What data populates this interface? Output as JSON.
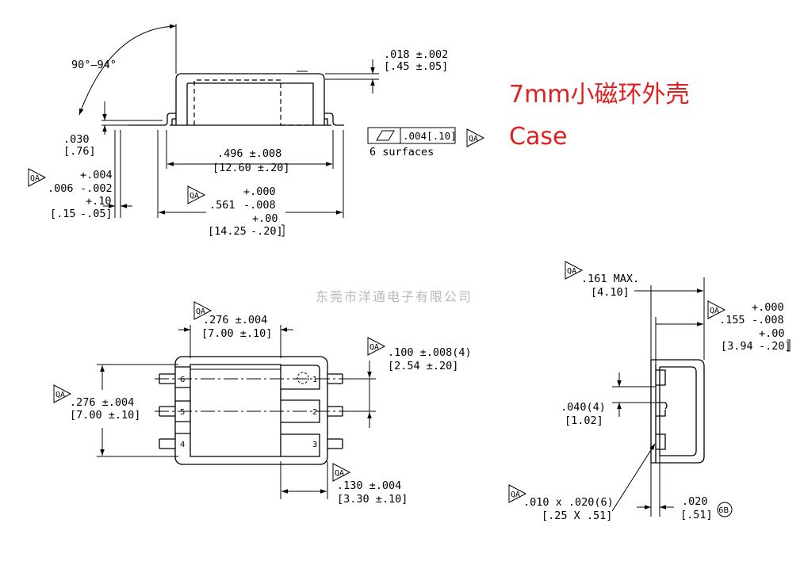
{
  "title": {
    "line1": "7mm小磁环外壳",
    "line2": "Case",
    "color": "#e02020"
  },
  "watermark": "东莞市洋通电子有限公司",
  "qa_label": "QA",
  "side_view": {
    "angle": "90°–94°",
    "lead_thickness": [
      ".018 ±.002",
      "[.45 ±.05]"
    ],
    "standoff": [
      ".030",
      "[.76]"
    ],
    "flatness_value": ".004[.10]",
    "flatness_note": "6 surfaces",
    "body_length": [
      ".496 ±.008",
      "[12.60 ±.20]"
    ],
    "lead_tip_in": {
      "nominal": ".006",
      "plus": "+.004",
      "minus": "-.002",
      "mm_plus": "+.10",
      "mm": "[.15",
      "mm_minus": "-.05]"
    },
    "overall_length": {
      "plus": "+.000",
      "nominal": ".561",
      "minus": "-.008",
      "mm_plus": "+.00",
      "mm": "[14.25",
      "mm_minus": "-.20]"
    }
  },
  "top_view": {
    "width": [
      ".276 ±.004",
      "[7.00 ±.10]"
    ],
    "height": [
      ".276 ±.004",
      "[7.00 ±.10]"
    ],
    "pitch": [
      ".100 ±.008(4)",
      "[2.54 ±.20]"
    ],
    "pad_width": [
      ".130 ±.004",
      "[3.30 ±.10]"
    ],
    "pins": [
      "1",
      "2",
      "3",
      "4",
      "5",
      "6"
    ]
  },
  "end_view": {
    "max_height": [
      ".161 MAX.",
      "[4.10]"
    ],
    "depth": {
      "plus": "+.000",
      "nominal": ".155",
      "minus": "-.008",
      "mm_plus": "+.00",
      "mm": "[3.94",
      "mm_minus": "-.20]"
    },
    "notch": [
      ".040(4)",
      "[1.02]"
    ],
    "lead_size": [
      ".010 x .020(6)",
      "[.25 X .51]"
    ],
    "lead_width": [
      ".020",
      "[.51]"
    ],
    "note": "6B"
  }
}
